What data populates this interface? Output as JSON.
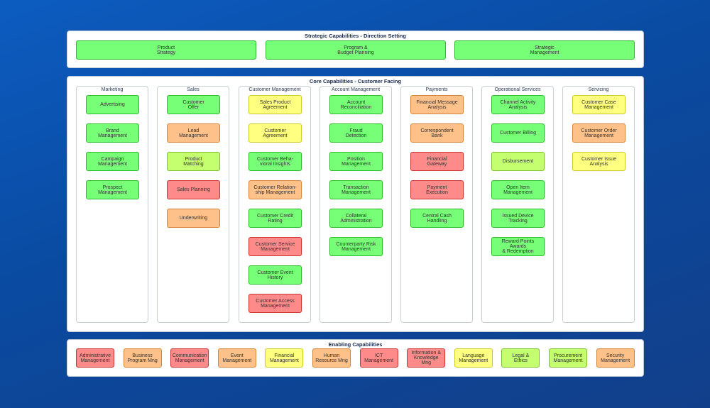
{
  "strategic": {
    "title": "Strategic Capabilities - Direction Setting",
    "items": [
      {
        "label": "Product\nStrategy",
        "status": "green"
      },
      {
        "label": "Program &\nBudget Planning",
        "status": "green"
      },
      {
        "label": "Strategic\nManagement",
        "status": "green"
      }
    ]
  },
  "core": {
    "title": "Core Capabilities - Customer Facing",
    "columns": [
      {
        "title": "Marketing",
        "items": [
          {
            "label": "Advertising",
            "status": "green"
          },
          {
            "label": "Brand\nManagement",
            "status": "green"
          },
          {
            "label": "Campaign\nManagement",
            "status": "green"
          },
          {
            "label": "Prospect\nManagement",
            "status": "green"
          }
        ]
      },
      {
        "title": "Sales",
        "items": [
          {
            "label": "Customer\nOffer",
            "status": "green"
          },
          {
            "label": "Lead\nManagement",
            "status": "orange"
          },
          {
            "label": "Product\nMatching",
            "status": "lime"
          },
          {
            "label": "Sales Planning",
            "status": "red"
          },
          {
            "label": "Underwriting",
            "status": "orange"
          }
        ]
      },
      {
        "title": "Customer Management",
        "items": [
          {
            "label": "Sales Product\nAgreement",
            "status": "yellow"
          },
          {
            "label": "Customer\nAgreement",
            "status": "yellow"
          },
          {
            "label": "Customer Beha-\nvioral Insights",
            "status": "green"
          },
          {
            "label": "Customer Relation-\nship Management",
            "status": "orange"
          },
          {
            "label": "Customer Credit\nRating",
            "status": "green"
          },
          {
            "label": "Customer Service\nManagement",
            "status": "red"
          },
          {
            "label": "Customer Event\nHistory",
            "status": "green"
          },
          {
            "label": "Customer Access\nManagement",
            "status": "red"
          }
        ]
      },
      {
        "title": "Account Management",
        "items": [
          {
            "label": "Account\nReconciliation",
            "status": "green"
          },
          {
            "label": "Fraud\nDetection",
            "status": "green"
          },
          {
            "label": "Position\nManagement",
            "status": "green"
          },
          {
            "label": "Transaction\nManagement",
            "status": "green"
          },
          {
            "label": "Collateral\nAdministration",
            "status": "green"
          },
          {
            "label": "Counterparty Risk\nManagement",
            "status": "green"
          }
        ]
      },
      {
        "title": "Payments",
        "items": [
          {
            "label": "Financial Message\nAnalysis",
            "status": "orange"
          },
          {
            "label": "Correspondent\nBank",
            "status": "orange"
          },
          {
            "label": "Financial\nGateway",
            "status": "red"
          },
          {
            "label": "Payment\nExecution",
            "status": "red"
          },
          {
            "label": "Central Cash\nHandling",
            "status": "green"
          }
        ]
      },
      {
        "title": "Operational Services",
        "items": [
          {
            "label": "Channel Activity\nAnalysis",
            "status": "green"
          },
          {
            "label": "Customer Billing",
            "status": "green"
          },
          {
            "label": "Disbursement",
            "status": "lime"
          },
          {
            "label": "Open Item\nManagement",
            "status": "green"
          },
          {
            "label": "Issued Device\nTracking",
            "status": "green"
          },
          {
            "label": "Reward Points Awards\n& Redemption",
            "status": "green"
          }
        ]
      },
      {
        "title": "Servicing",
        "items": [
          {
            "label": "Customer Case\nManagement",
            "status": "yellow"
          },
          {
            "label": "Customer Order\nManagement",
            "status": "orange"
          },
          {
            "label": "Customer Issue\nAnalysis",
            "status": "yellow"
          }
        ]
      }
    ]
  },
  "enabling": {
    "title": "Enabling Capabilities",
    "items": [
      {
        "label": "Administrative\nManagement",
        "status": "red"
      },
      {
        "label": "Business\nProgram Mng",
        "status": "orange"
      },
      {
        "label": "Communication\nManagement",
        "status": "red"
      },
      {
        "label": "Event\nManagement",
        "status": "orange"
      },
      {
        "label": "Financial\nManagement",
        "status": "yellow"
      },
      {
        "label": "Human\nResource Mng",
        "status": "orange"
      },
      {
        "label": "ICT\nManagement",
        "status": "red"
      },
      {
        "label": "Information &\nKnowledge Mng",
        "status": "red"
      },
      {
        "label": "Language\nManagement",
        "status": "yellow"
      },
      {
        "label": "Legal &\nEthics",
        "status": "lime"
      },
      {
        "label": "Procurement\nManagement",
        "status": "lime"
      },
      {
        "label": "Security\nManagement",
        "status": "orange"
      }
    ]
  }
}
